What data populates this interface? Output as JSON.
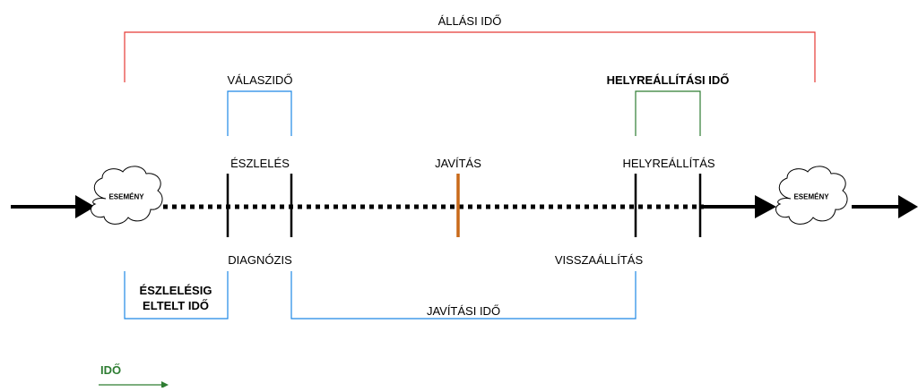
{
  "labels": {
    "allasi_ido": "ÁLLÁSI IDŐ",
    "valaszido": "VÁLASZIDŐ",
    "helyreallitasi_ido": "HELYREÁLLÍTÁSI IDŐ",
    "eszleles": "ÉSZLELÉS",
    "javitas": "JAVÍTÁS",
    "helyreallitas": "HELYREÁLLÍTÁS",
    "diagnozis": "DIAGNÓZIS",
    "visszaallitas": "VISSZAÁLLÍTÁS",
    "eszlelesig_line1": "ÉSZLELÉSIG",
    "eszlelesig_line2": "ELTELT IDŐ",
    "javitasi_ido": "JAVÍTÁSI IDŐ",
    "esemeny_left": "ESEMÉNY",
    "esemeny_right": "ESEMÉNY",
    "ido_legend": "IDŐ"
  },
  "colors": {
    "downtime_bracket": "#e53935",
    "blue_bracket": "#1e88e5",
    "green_bracket": "#2e7d32",
    "repair_marker": "#c96a1a",
    "timeline": "#000000"
  }
}
